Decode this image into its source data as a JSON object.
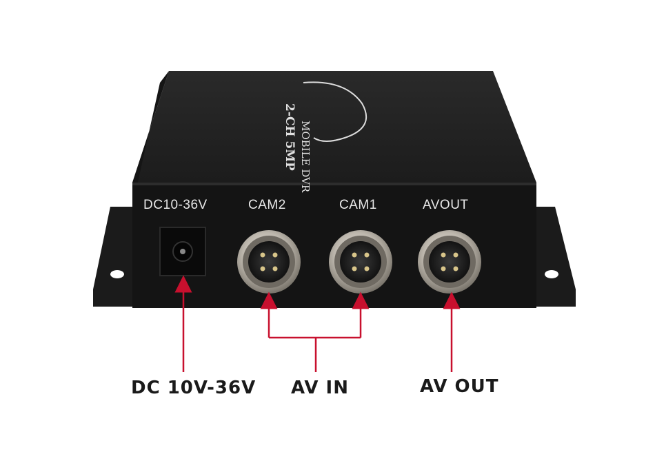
{
  "device": {
    "top_branding": {
      "line1": "2-CH 5MP",
      "line2": "MOBILE DVR"
    },
    "panel_labels": {
      "power": "DC10-36V",
      "cam2": "CAM2",
      "cam1": "CAM1",
      "avout": "AVOUT"
    }
  },
  "callouts": {
    "power": "DC 10V-36V",
    "av_in": "AV IN",
    "av_out": "AV OUT"
  },
  "colors": {
    "body": "#1e1e1e",
    "front_panel": "#141414",
    "arrow": "#c8102e",
    "connector_metal": "#c9c4bb",
    "background": "#ffffff"
  }
}
